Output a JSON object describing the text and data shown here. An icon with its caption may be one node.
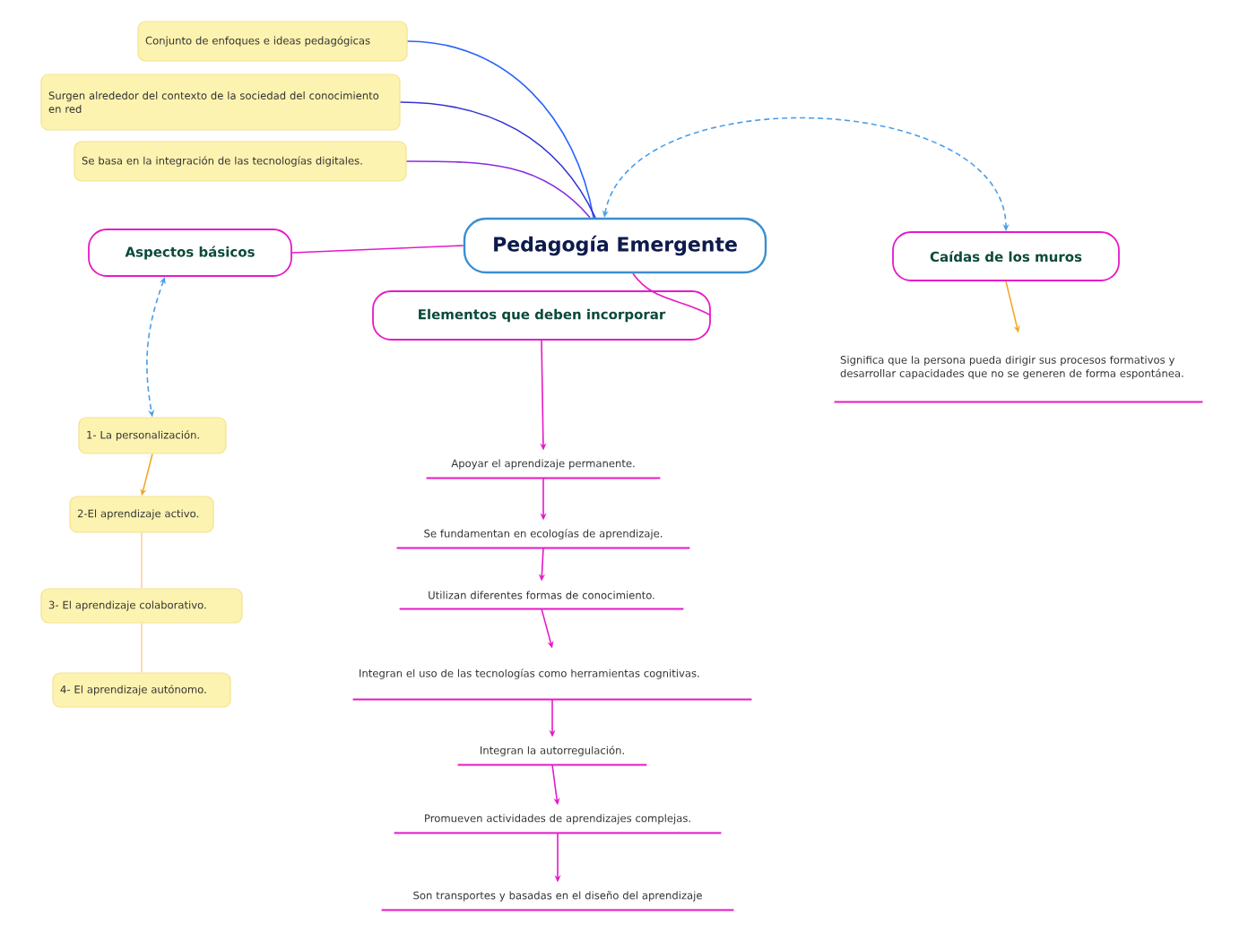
{
  "diagram": {
    "nodes": [
      {
        "text": [
          "Pedagogía Emergente"
        ]
      },
      {
        "text": [
          "Conjunto de enfoques e ideas pedagógicas"
        ]
      },
      {
        "text": [
          "Surgen alrededor del contexto de la sociedad del conocimiento en red"
        ]
      },
      {
        "text": [
          "Se basa en la integración de las tecnologías digitales."
        ]
      },
      {
        "text": [
          "Aspectos básicos"
        ]
      },
      {
        "text": [
          "Elementos que deben incorporar"
        ]
      },
      {
        "text": [
          "Caídas de los muros"
        ]
      },
      {
        "text": [
          "Significa que la persona pueda dirigir sus procesos formativos y desarrollar capacidades que no se generen de forma espontánea."
        ]
      },
      {
        "text": [
          "1- La personalización."
        ]
      },
      {
        "text": [
          "2-El aprendizaje activo."
        ]
      },
      {
        "text": [
          "3- El aprendizaje colaborativo."
        ]
      },
      {
        "text": [
          "4- El aprendizaje autónomo."
        ]
      },
      {
        "text": [
          "Apoyar el aprendizaje permanente."
        ]
      },
      {
        "text": [
          "Se fundamentan en ecologías de aprendizaje."
        ]
      },
      {
        "text": [
          "Utilizan diferentes formas de conocimiento."
        ]
      },
      {
        "text": [
          "Integran el uso de las tecnologías como herramientas cognitivas."
        ]
      },
      {
        "text": [
          "Integran la autorregulación."
        ]
      },
      {
        "text": [
          "Promueven actividades de aprendizajes complejas."
        ]
      },
      {
        "text": [
          "Son transportes y basadas en el diseño del aprendizaje"
        ]
      }
    ],
    "edges": [
      {
        "from": 0,
        "to": 1,
        "arrow": "none",
        "color": "#2962ff"
      },
      {
        "from": 0,
        "to": 2,
        "arrow": "none",
        "color": "#3333d6"
      },
      {
        "from": 0,
        "to": 3,
        "arrow": "none",
        "color": "#8a2be2"
      },
      {
        "from": 0,
        "to": 4,
        "arrow": "none"
      },
      {
        "from": 0,
        "to": 5,
        "arrow": "none"
      },
      {
        "from": 0,
        "to": 6,
        "arrow": "both",
        "style": "dashed",
        "color": "#4a9ee8"
      },
      {
        "from": 4,
        "to": 8,
        "arrow": "both",
        "style": "dashed",
        "color": "#4a9ee8"
      },
      {
        "from": 6,
        "to": 7,
        "arrow": "to",
        "color": "#f5a623"
      },
      {
        "from": 8,
        "to": 9,
        "arrow": "to",
        "color": "#f5a623"
      },
      {
        "from": 9,
        "to": 10,
        "arrow": "none",
        "color": "#f8d3a8"
      },
      {
        "from": 10,
        "to": 11,
        "arrow": "none",
        "color": "#f8d3a8"
      },
      {
        "from": 5,
        "to": 12,
        "arrow": "to"
      },
      {
        "from": 12,
        "to": 13,
        "arrow": "to"
      },
      {
        "from": 13,
        "to": 14,
        "arrow": "to"
      },
      {
        "from": 14,
        "to": 15,
        "arrow": "to"
      },
      {
        "from": 15,
        "to": 16,
        "arrow": "to"
      },
      {
        "from": 16,
        "to": 17,
        "arrow": "to"
      },
      {
        "from": 17,
        "to": 18,
        "arrow": "to"
      }
    ]
  }
}
